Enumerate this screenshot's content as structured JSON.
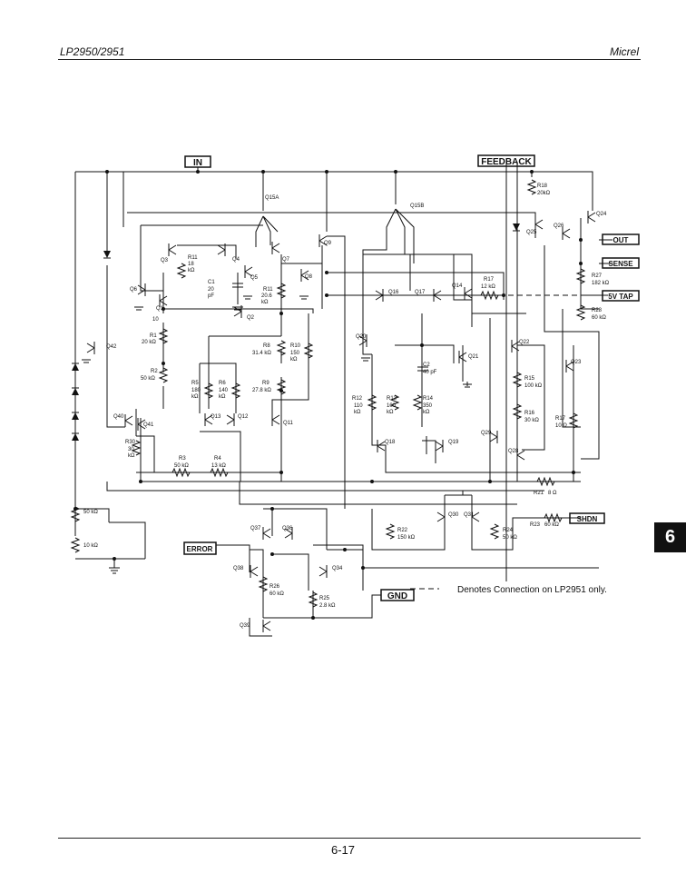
{
  "header": {
    "left": "LP2950/2951",
    "right": "Micrel"
  },
  "footer": {
    "page_number": "6-17"
  },
  "section_tab": "6",
  "pins": {
    "in": "IN",
    "feedback": "FEEDBACK",
    "out": "OUT",
    "sense": "SENSE",
    "tap": "5V TAP",
    "shdn": "SHDN",
    "error": "ERROR",
    "gnd": "GND"
  },
  "note": "Denotes Connection on LP2951 only.",
  "transistors": [
    "Q15A",
    "Q15B",
    "Q3",
    "Q4",
    "Q5",
    "Q6",
    "Q7",
    "Q8",
    "Q9",
    "Q1",
    "Q2",
    "Q42",
    "Q40",
    "Q41",
    "Q13",
    "Q12",
    "Q11",
    "Q16",
    "Q17",
    "Q14",
    "Q20",
    "Q21",
    "Q18",
    "Q19",
    "Q22",
    "Q23",
    "Q24",
    "Q25",
    "Q26",
    "Q29",
    "Q28",
    "Q30",
    "Q31",
    "Q37",
    "Q36",
    "Q38",
    "Q34",
    "Q39"
  ],
  "resistors": [
    {
      "ref": "R11",
      "value": "18\nkΩ"
    },
    {
      "ref": "R11",
      "value": "20.6\nkΩ"
    },
    {
      "ref": "R1",
      "value": "20 kΩ"
    },
    {
      "ref": "R2",
      "value": "50 kΩ"
    },
    {
      "ref": "R8",
      "value": "31.4 kΩ"
    },
    {
      "ref": "R10",
      "value": "150\nkΩ"
    },
    {
      "ref": "R5",
      "value": "180\nkΩ"
    },
    {
      "ref": "R6",
      "value": "140\nkΩ"
    },
    {
      "ref": "R9",
      "value": "27.8 kΩ"
    },
    {
      "ref": "R30",
      "value": "30\nkΩ"
    },
    {
      "ref": "R3",
      "value": "50 kΩ"
    },
    {
      "ref": "R4",
      "value": "13 kΩ"
    },
    {
      "ref": "R18",
      "value": "20kΩ"
    },
    {
      "ref": "R17",
      "value": "12 kΩ"
    },
    {
      "ref": "R27",
      "value": "182 kΩ"
    },
    {
      "ref": "R28",
      "value": "60 kΩ"
    },
    {
      "ref": "R12",
      "value": "110\nkΩ"
    },
    {
      "ref": "R13",
      "value": "100\nkΩ"
    },
    {
      "ref": "R14",
      "value": "350\nkΩ"
    },
    {
      "ref": "R15",
      "value": "100 kΩ"
    },
    {
      "ref": "R16",
      "value": "30 kΩ"
    },
    {
      "ref": "R17",
      "value": "10 Ω"
    },
    {
      "ref": "R21",
      "value": "8 Ω"
    },
    {
      "ref": "R22",
      "value": "150 kΩ"
    },
    {
      "ref": "R23",
      "value": "60 kΩ"
    },
    {
      "ref": "R24",
      "value": "50 kΩ"
    },
    {
      "ref": "R26",
      "value": "60 kΩ"
    },
    {
      "ref": "R25",
      "value": "2.8 kΩ"
    },
    {
      "ref": "",
      "value": "50 kΩ"
    },
    {
      "ref": "",
      "value": "10 kΩ"
    }
  ],
  "capacitors": [
    {
      "ref": "C1",
      "value": "20\npF"
    },
    {
      "ref": "C2",
      "value": "40 pF"
    }
  ],
  "misc_labels": {
    "ten": "10"
  }
}
